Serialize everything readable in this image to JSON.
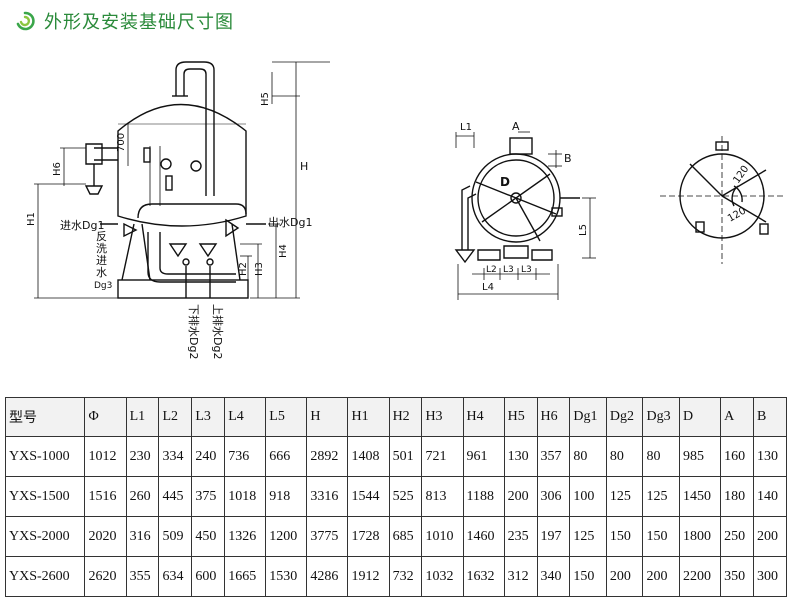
{
  "header": {
    "title": "外形及安装基础尺寸图"
  },
  "diagram": {
    "front": {
      "inlet": "进水Dg1",
      "outlet": "出水Dg1",
      "backwash": [
        "反",
        "洗",
        "进",
        "水"
      ],
      "backwash_dg": "Dg3",
      "bottom_drain": "下排水Dg2",
      "top_drain": "上排水Dg2",
      "dim_700": "700",
      "H": "H",
      "H1": "H1",
      "H2": "H2",
      "H3": "H3",
      "H4": "H4",
      "H5": "H5",
      "H6": "H6"
    },
    "top_view": {
      "L1": "L1",
      "L2": "L2",
      "L3a": "L3",
      "L3b": "L3",
      "L4": "L4",
      "L5": "L5",
      "A": "A",
      "B": "B",
      "D": "D"
    },
    "flange": {
      "angle1": "120",
      "angle2": "120"
    }
  },
  "table": {
    "headers": [
      "型号",
      "Φ",
      "L1",
      "L2",
      "L3",
      "L4",
      "L5",
      "H",
      "H1",
      "H2",
      "H3",
      "H4",
      "H5",
      "H6",
      "Dg1",
      "Dg2",
      "Dg3",
      "D",
      "A",
      "B"
    ],
    "rows": [
      [
        "YXS-1000",
        "1012",
        "230",
        "334",
        "240",
        "736",
        "666",
        "2892",
        "1408",
        "501",
        "721",
        "961",
        "130",
        "357",
        "80",
        "80",
        "80",
        "985",
        "160",
        "130"
      ],
      [
        "YXS-1500",
        "1516",
        "260",
        "445",
        "375",
        "1018",
        "918",
        "3316",
        "1544",
        "525",
        "813",
        "1188",
        "200",
        "306",
        "100",
        "125",
        "125",
        "1450",
        "180",
        "140"
      ],
      [
        "YXS-2000",
        "2020",
        "316",
        "509",
        "450",
        "1326",
        "1200",
        "3775",
        "1728",
        "685",
        "1010",
        "1460",
        "235",
        "197",
        "125",
        "150",
        "150",
        "1800",
        "250",
        "200"
      ],
      [
        "YXS-2600",
        "2620",
        "355",
        "634",
        "600",
        "1665",
        "1530",
        "4286",
        "1912",
        "732",
        "1032",
        "1632",
        "312",
        "340",
        "150",
        "200",
        "200",
        "2200",
        "350",
        "300"
      ]
    ]
  },
  "colors": {
    "title": "#2a8a3a",
    "line": "#111111"
  }
}
